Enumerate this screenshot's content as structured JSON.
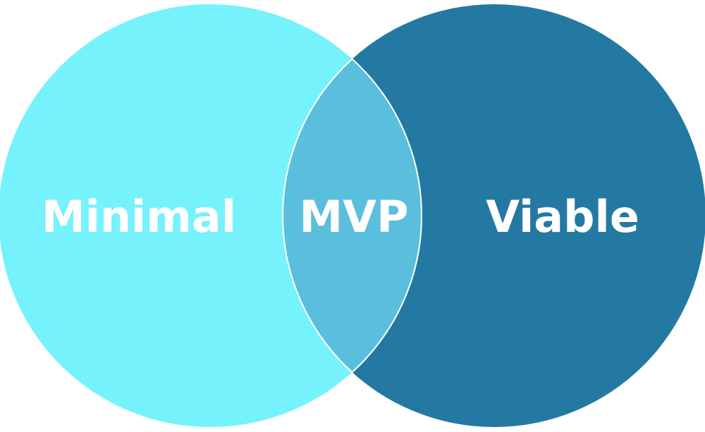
{
  "diagram": {
    "left_set": {
      "label": "Minimal",
      "color": "#76F2FD"
    },
    "right_set": {
      "label": "Viable",
      "color": "#2479A2"
    },
    "intersection": {
      "label": "MVP",
      "color": "#5ABFDD",
      "outline_color": "#ffffff"
    },
    "text_color": "#ffffff"
  }
}
